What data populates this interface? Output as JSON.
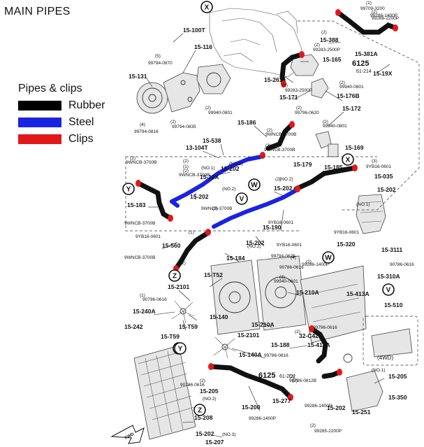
{
  "title": "MAIN PIPES",
  "legend": {
    "title": "Pipes & clips",
    "items": [
      {
        "label": "Rubber",
        "color": "#000000"
      },
      {
        "label": "Steel",
        "color": "#1a23e0"
      },
      {
        "label": "Clips",
        "color": "#e21818"
      }
    ]
  },
  "callouts": [
    "X",
    "Y",
    "W",
    "V",
    "X",
    "Y",
    "W",
    "Z",
    "V",
    "Y",
    "Z"
  ],
  "main_labels": [
    "15-100T",
    "15-116",
    "15-131",
    "15-165",
    "15-388",
    "15-381A",
    "15-19X",
    "15-261",
    "15-171",
    "15-176B",
    "15-172",
    "15-186",
    "15-538",
    "13-104T",
    "15-202",
    "15-19X",
    "15-183",
    "15-202",
    "15-202",
    "15-190",
    "15-185",
    "15-179",
    "15-169",
    "15-035",
    "15-202",
    "15-560",
    "15-184",
    "15-202",
    "15-320",
    "15-3111",
    "15-310A",
    "15-T52",
    "15-2101",
    "15-240A",
    "15-242",
    "15-140",
    "15-T59",
    "15-T59",
    "15-210A",
    "15-210A",
    "15-2101",
    "15-140A",
    "15-413A",
    "15-413A",
    "15-510",
    "15-188",
    "32-C42",
    "15-205",
    "15-200",
    "15-277",
    "15-205",
    "15-208",
    "15-202",
    "15-207",
    "15-202",
    "15-350",
    "15-251"
  ],
  "small_labels": [
    "99794-0870",
    "99794-0816",
    "99794-0835",
    "99940-0801",
    "99709-3200",
    "99286-1400P",
    "99283-2500P",
    "99283-2500P",
    "99940-0801",
    "99796-0620",
    "99940-0801",
    "9WNCB-3700B",
    "9WNCB-3700B",
    "9WNCB-3700B",
    "9WNCB-3700B",
    "9WNCB-3700B",
    "9WNCB-3700B",
    "9WNCB-3700B",
    "9YB16-0601",
    "9YB16-0601",
    "9YB16-0601",
    "9YB16-0601",
    "9YB16-0601",
    "99794-0625",
    "99940-0601",
    "90796-0616",
    "90796-0616",
    "99786-0816",
    "99786-0812B",
    "90786-0616",
    "99286-1400P",
    "99286-1400P",
    "99285-2200P",
    "99286-2200P",
    "90786-0616",
    "90786-0616",
    "99286-1400P"
  ],
  "qty_labels": [
    "(1)",
    "(2)",
    "(2)",
    "(5)",
    "(4)",
    "(2)",
    "(2)",
    "(2)",
    "(2)",
    "(2)",
    "(2)",
    "(2)",
    "(2)",
    "(3)",
    "(2)",
    "(2)",
    "(1)",
    "(2)",
    "(2)",
    "(2)",
    "(1)",
    "(4)",
    "(2)",
    "(2)",
    "(3)",
    "(1)",
    "(2)",
    "(2)",
    "(2)",
    "(2)",
    "(2)",
    "(3)"
  ],
  "sub_labels": [
    "(NO.2)",
    "(NO.1)",
    "(NO.2)",
    "(NO.2)",
    "(NO.1)",
    "(NO.2)",
    "(NO.1)",
    "(NO.2)",
    "(NO.3)"
  ],
  "ref_codes": [
    {
      "code": "6125",
      "sub": "61-214"
    },
    {
      "code": "6125",
      "sub": "61-2D2"
    }
  ],
  "inset_label": "(4WD)"
}
